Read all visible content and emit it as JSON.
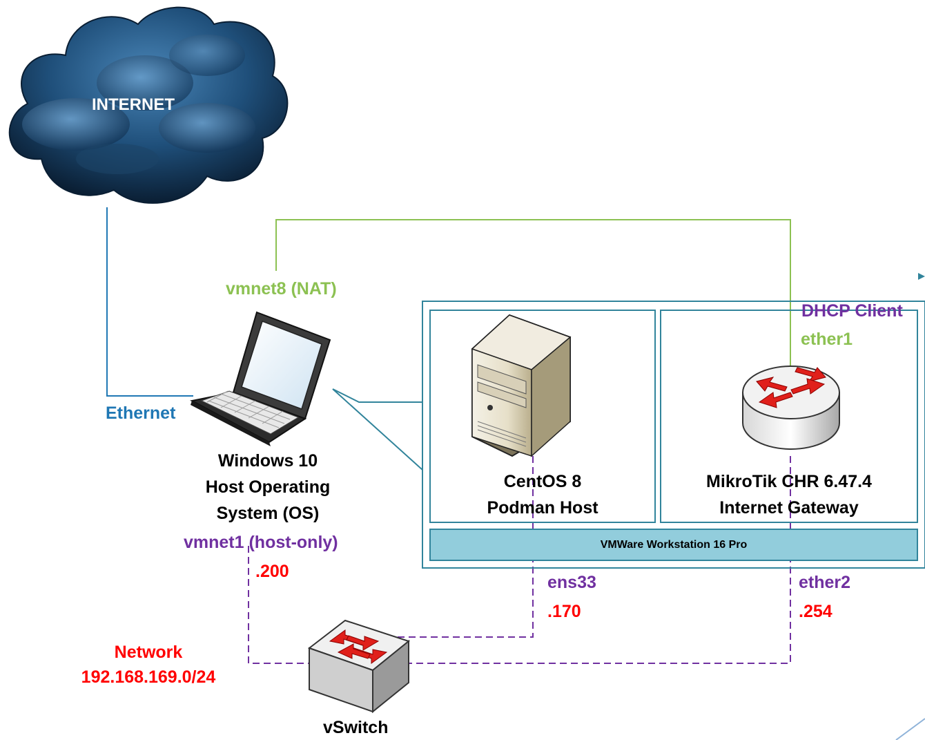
{
  "cloud": {
    "label": "INTERNET"
  },
  "laptop": {
    "ethernet_label": "Ethernet",
    "nat_label": "vmnet8 (NAT)",
    "title_lines": [
      "Windows 10",
      "Host Operating",
      "System (OS)"
    ],
    "hostonly_label": "vmnet1 (host-only)",
    "ip": ".200"
  },
  "vmware": {
    "label": "VMWare Workstation 16 Pro"
  },
  "centos": {
    "title_lines": [
      "CentOS 8",
      "Podman Host"
    ],
    "iface": "ens33",
    "ip": ".170"
  },
  "mikrotik": {
    "dhcp_label": "DHCP Client",
    "wan_iface": "ether1",
    "title_lines": [
      "MikroTik CHR 6.47.4",
      "Internet Gateway"
    ],
    "lan_iface": "ether2",
    "ip": ".254"
  },
  "network": {
    "label_lines": [
      "Network",
      "192.168.169.0/24"
    ]
  },
  "vswitch": {
    "label": "vSwitch"
  },
  "colors": {
    "ethernet": "#1f77b4",
    "nat": "#8cc152",
    "hostonly": "#7030a0",
    "ip": "#ff0000",
    "vmware_bar": "#92cddc",
    "frame": "#31849b"
  }
}
